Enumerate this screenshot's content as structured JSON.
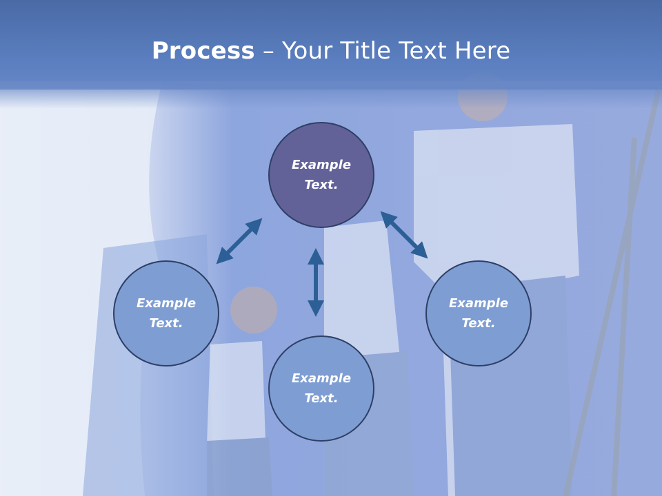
{
  "slide": {
    "title_bold": "Process",
    "title_rest": " – Your Title Text Here"
  },
  "nodes": {
    "center": "Example\nText.",
    "left": "Example\nText.",
    "right": "Example\nText.",
    "bottom": "Example\nText."
  },
  "colors": {
    "center_node": "#636298",
    "outer_node": "#7e9dd3",
    "node_border": "#2e3f66",
    "arrow": "#2c5f95",
    "header": "#5b7fc0"
  }
}
